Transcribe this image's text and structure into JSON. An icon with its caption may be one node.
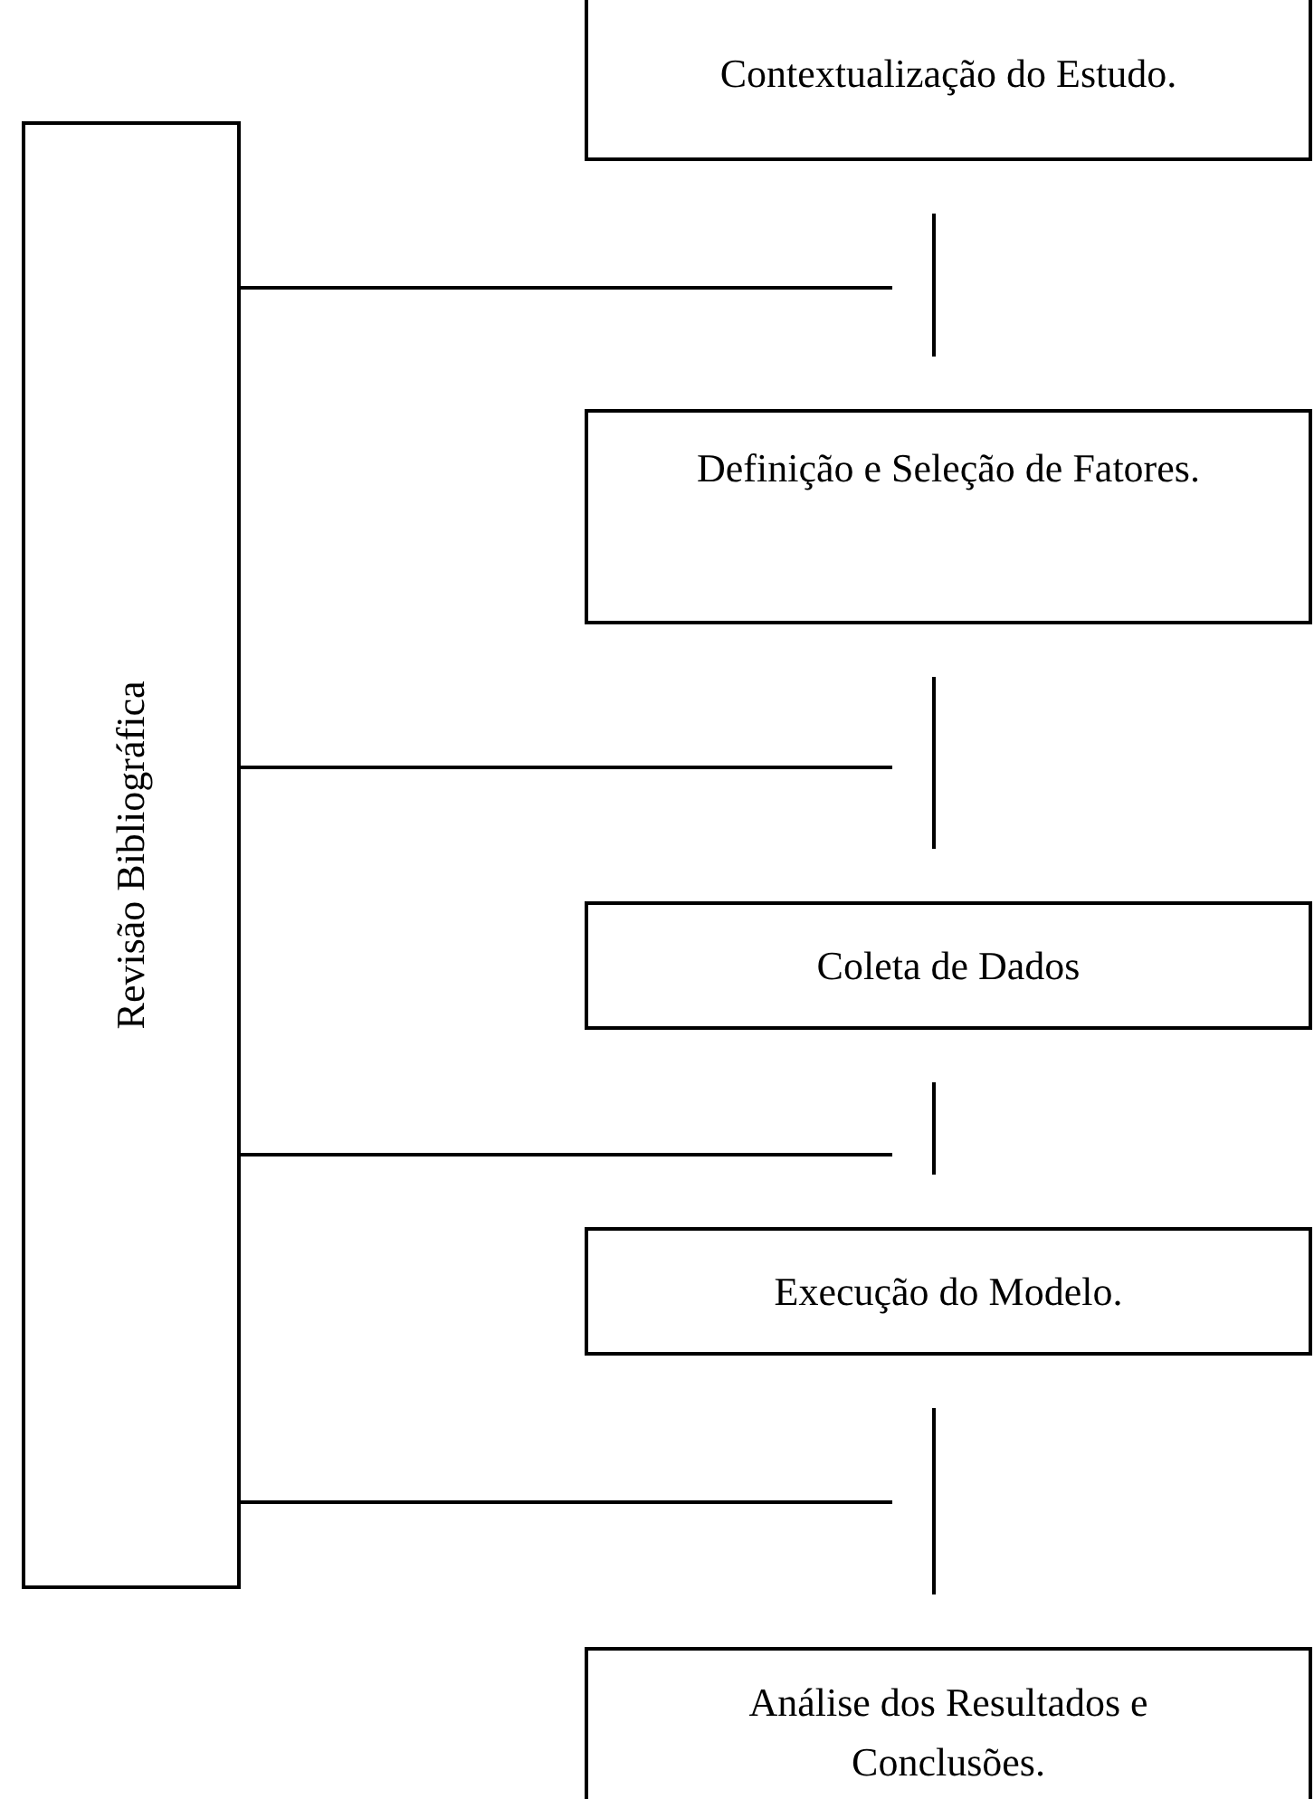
{
  "diagram": {
    "nodes": [
      {
        "text": [
          "Revisão Bibliográfica"
        ]
      },
      {
        "text": [
          "Contextualização do Estudo."
        ]
      },
      {
        "text": [
          "Definição e Seleção de Fatores."
        ]
      },
      {
        "text": [
          "Coleta de Dados"
        ]
      },
      {
        "text": [
          "Execução do Modelo."
        ]
      },
      {
        "text": [
          "Análise dos Resultados e Conclusões."
        ]
      }
    ],
    "edges": [
      {
        "from": 1,
        "to": 2,
        "arrow": "none"
      },
      {
        "from": 0,
        "to": null,
        "arrow": "none"
      },
      {
        "from": 2,
        "to": 3,
        "arrow": "none"
      },
      {
        "from": 0,
        "to": null,
        "arrow": "none"
      },
      {
        "from": 3,
        "to": 4,
        "arrow": "none"
      },
      {
        "from": 0,
        "to": null,
        "arrow": "none"
      },
      {
        "from": 4,
        "to": 5,
        "arrow": "none"
      },
      {
        "from": 0,
        "to": null,
        "arrow": "none"
      }
    ]
  }
}
